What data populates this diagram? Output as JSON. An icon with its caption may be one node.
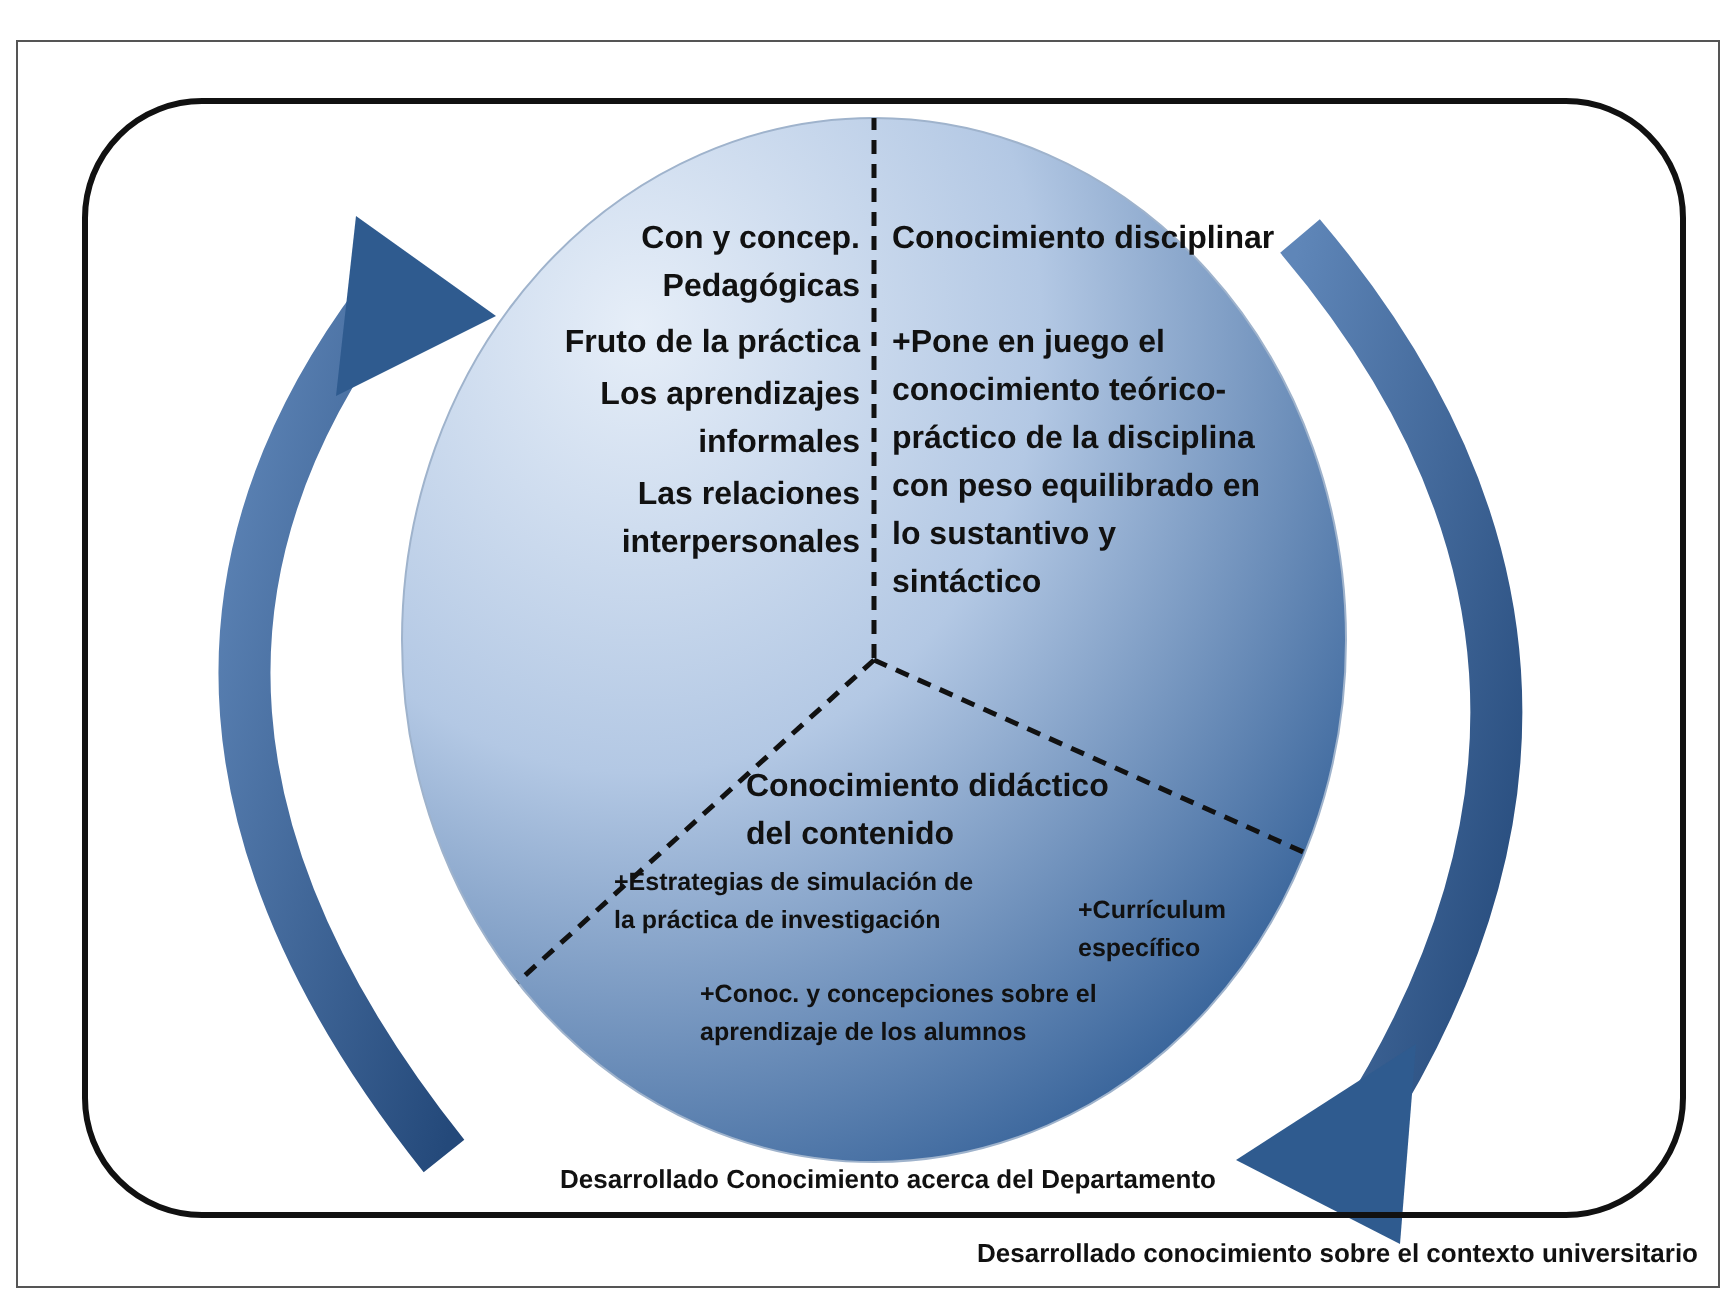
{
  "diagram": {
    "nodes": [
      {
        "text": [
          "Desarrollado conocimiento sobre el contexto universitario"
        ]
      },
      {
        "text": [
          "Desarrollado Conocimiento acerca del Departamento"
        ],
        "in": 0
      },
      {
        "text": [],
        "shape": "circle",
        "in": 1
      },
      {
        "text": [
          "Con y concep. Pedagógicas",
          "Fruto de la práctica",
          "Los aprendizajes informales",
          "Las relaciones interpersonales"
        ],
        "in": 2
      },
      {
        "text": [
          "Conocimiento disciplinar",
          "+Pone en juego el conocimiento teórico-práctico de la disciplina con peso equilibrado en lo sustantivo y sintáctico"
        ],
        "in": 2
      },
      {
        "text": [
          "Conocimiento didáctico del contenido",
          "+Estrategias de simulación de la práctica de investigación",
          "+Currículum específico",
          "+Conoc. y concepciones sobre el aprendizaje de los alumnos"
        ],
        "in": 2
      }
    ]
  }
}
